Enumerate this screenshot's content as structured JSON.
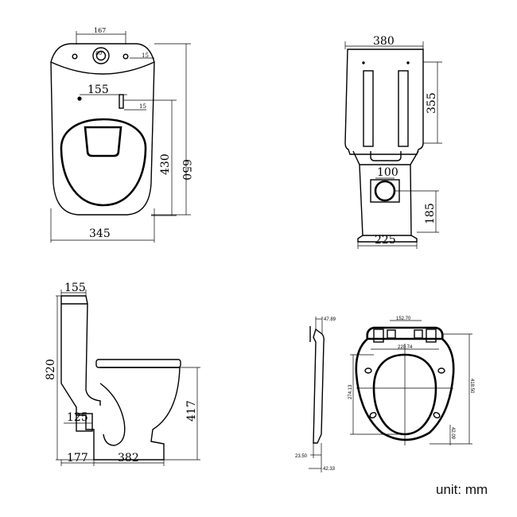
{
  "views": {
    "top": {
      "dims": {
        "outlet_width": "167",
        "hole": "80",
        "small_top": "15",
        "bolt_spacing": "155",
        "small_mid": "15",
        "depth": "430",
        "total_depth": "650",
        "width": "345"
      }
    },
    "rear": {
      "dims": {
        "tank_width": "380",
        "tank_height": "355",
        "outlet_diameter": "100",
        "outlet_height": "185",
        "base_width": "225"
      }
    },
    "side": {
      "dims": {
        "tank_depth": "155",
        "total_height": "820",
        "outlet_dia": "125",
        "seat_height": "417",
        "rear_offset": "177",
        "base_length": "382"
      }
    },
    "seat_side": {
      "dims": {
        "top_thickness": "47.89",
        "bottom_thickness": "23.50",
        "base_offset": "42.33"
      }
    },
    "seat_top": {
      "dims": {
        "hinge_spacing": "152.70",
        "hinge_width": "220.74",
        "inner_length": "274.13",
        "outer_length": "418.50",
        "bottom_gap": "42.09"
      }
    }
  },
  "unit": "unit: mm"
}
